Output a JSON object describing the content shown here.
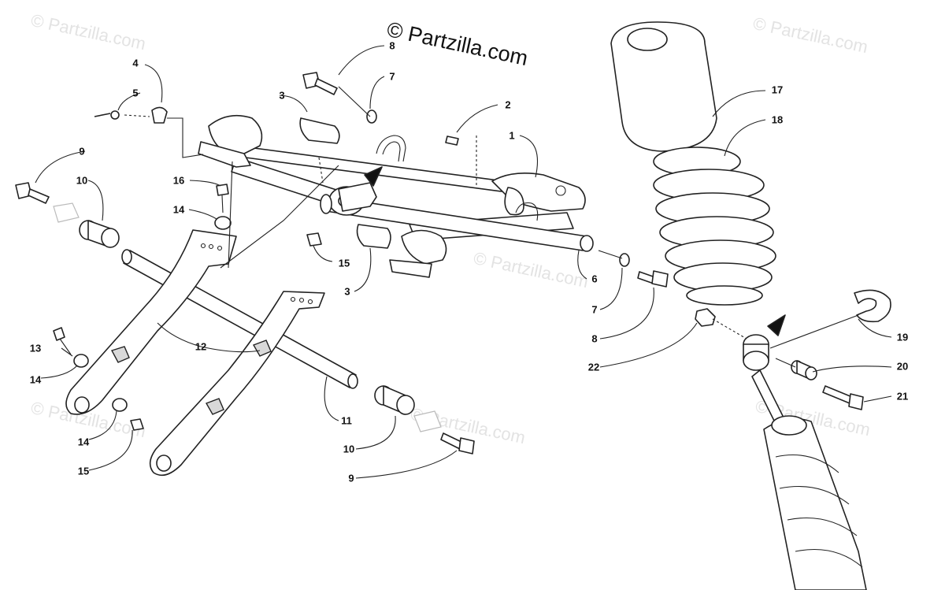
{
  "watermarks": [
    "© Partzilla.com",
    "© Partzilla.com",
    "© Partzilla.com",
    "© Partzilla.com",
    "© Partzilla.com",
    "© Partzilla.com"
  ],
  "brand": "© Partzilla.com",
  "callouts": [
    "1",
    "2",
    "3",
    "3",
    "4",
    "5",
    "6",
    "7",
    "7",
    "8",
    "8",
    "9",
    "9",
    "10",
    "10",
    "11",
    "12",
    "13",
    "14",
    "14",
    "14",
    "15",
    "15",
    "16",
    "17",
    "18",
    "19",
    "20",
    "21",
    "22"
  ],
  "colors": {
    "line": "#222222",
    "watermark": "#e3e3e3",
    "background": "#ffffff"
  },
  "icons": [
    "arrow-pointer-icon",
    "arrow-pointer-icon"
  ]
}
